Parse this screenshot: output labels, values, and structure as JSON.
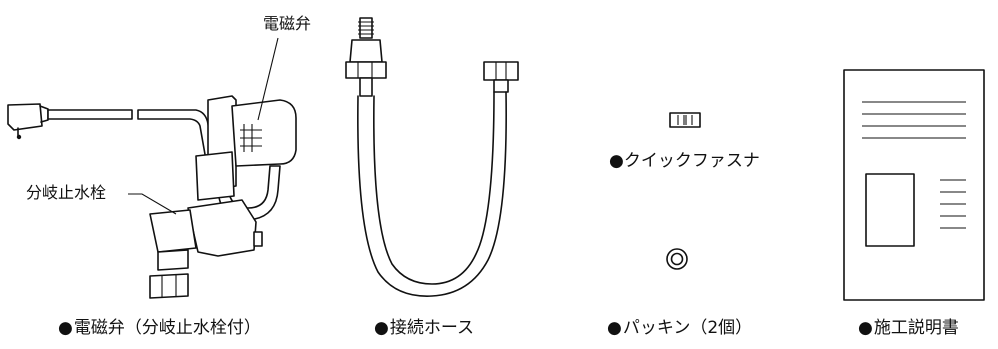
{
  "labels": {
    "valve_callout": "電磁弁",
    "stopcock_callout": "分岐止水栓"
  },
  "captions": [
    {
      "bullet": "●",
      "text": "電磁弁（分岐止水栓付）"
    },
    {
      "bullet": "●",
      "text": "接続ホース"
    },
    {
      "bullet": "●",
      "text": "パッキン（2個）"
    },
    {
      "bullet": "●",
      "text": "施工説明書"
    }
  ],
  "fastener_caption": {
    "bullet": "●",
    "text": "クイックファスナ"
  }
}
